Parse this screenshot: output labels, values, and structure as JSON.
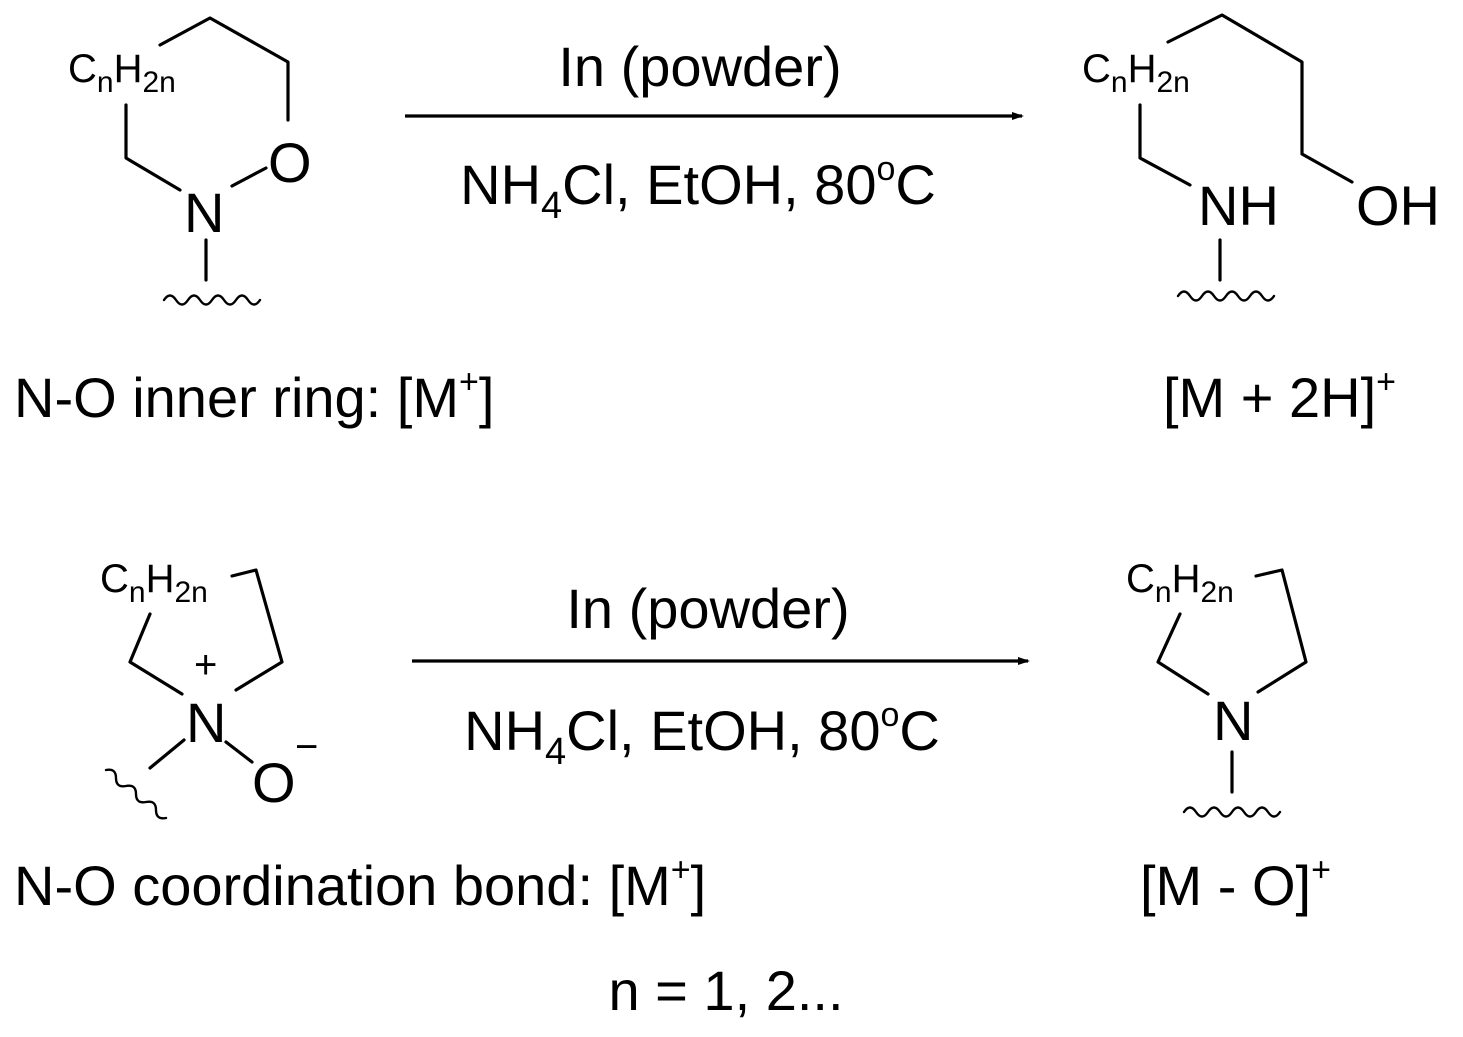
{
  "reaction1": {
    "reactant": {
      "chain": {
        "c": "C",
        "n": "n",
        "h": "H",
        "n2": "2n"
      },
      "atom_n": "N",
      "atom_o": "O",
      "label": {
        "text": "N-O inner ring: [M",
        "sup": "+",
        "close": "]"
      }
    },
    "arrow": {
      "above": "In (powder)",
      "below": {
        "nh": "NH",
        "sub4": "4",
        "rest": "Cl, EtOH, 80",
        "deg": "o",
        "c": "C"
      }
    },
    "product": {
      "chain": {
        "c": "C",
        "n": "n",
        "h": "H",
        "n2": "2n"
      },
      "atom_nh": "NH",
      "atom_oh": "OH",
      "label": {
        "text": "[M + 2H]",
        "sup": "+"
      }
    }
  },
  "reaction2": {
    "reactant": {
      "chain": {
        "c": "C",
        "n": "n",
        "h": "H",
        "n2": "2n"
      },
      "atom_n": "N",
      "charge_plus": "+",
      "atom_o": "O",
      "charge_minus": "−",
      "label": {
        "text": "N-O coordination bond: [M",
        "sup": "+",
        "close": "]"
      }
    },
    "arrow": {
      "above": "In (powder)",
      "below": {
        "nh": "NH",
        "sub4": "4",
        "rest": "Cl, EtOH, 80",
        "deg": "o",
        "c": "C"
      }
    },
    "product": {
      "chain": {
        "c": "C",
        "n": "n",
        "h": "H",
        "n2": "2n"
      },
      "atom_n": "N",
      "label": {
        "text": "[M - O]",
        "sup": "+"
      }
    }
  },
  "footnote": "n = 1, 2..."
}
